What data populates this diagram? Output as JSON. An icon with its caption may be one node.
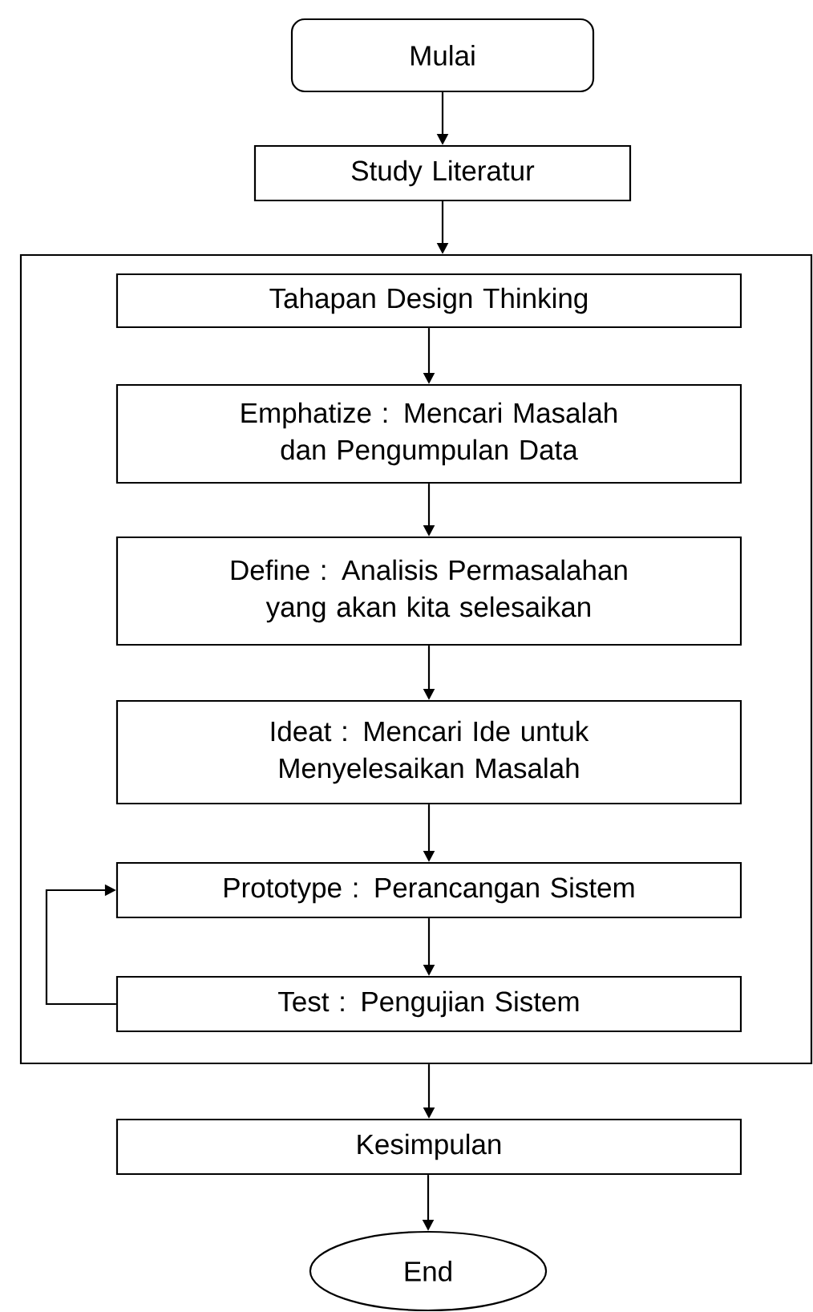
{
  "diagram": {
    "nodes": [
      {
        "text": [
          "Mulai"
        ]
      },
      {
        "text": [
          "Study Literatur"
        ]
      },
      {
        "text": [],
        "shape": "box"
      },
      {
        "text": [
          "Tahapan Design Thinking"
        ],
        "in": 2
      },
      {
        "text": [
          "Emphatize : Mencari Masalah dan Pengumpulan Data"
        ],
        "in": 2
      },
      {
        "text": [
          "Define : Analisis Permasalahan yang akan kita selesaikan"
        ],
        "in": 2
      },
      {
        "text": [
          "Ideat : Mencari Ide untuk Menyelesaikan Masalah"
        ],
        "in": 2
      },
      {
        "text": [
          "Prototype : Perancangan Sistem"
        ],
        "in": 2
      },
      {
        "text": [
          "Test : Pengujian Sistem"
        ],
        "in": 2
      },
      {
        "text": [
          "Kesimpulan"
        ]
      },
      {
        "text": [
          "End"
        ]
      }
    ],
    "edges": [
      {
        "from": 0,
        "to": 1,
        "arrow": "to"
      },
      {
        "from": 1,
        "to": 2,
        "arrow": "to"
      },
      {
        "from": 3,
        "to": 4,
        "arrow": "to"
      },
      {
        "from": 4,
        "to": 5,
        "arrow": "to"
      },
      {
        "from": 5,
        "to": 6,
        "arrow": "to"
      },
      {
        "from": 6,
        "to": 7,
        "arrow": "to"
      },
      {
        "from": 7,
        "to": 8,
        "arrow": "to"
      },
      {
        "from": 8,
        "to": 7,
        "arrow": "to"
      },
      {
        "from": 2,
        "to": 9,
        "arrow": "to"
      },
      {
        "from": 9,
        "to": 10,
        "arrow": "to"
      }
    ]
  }
}
